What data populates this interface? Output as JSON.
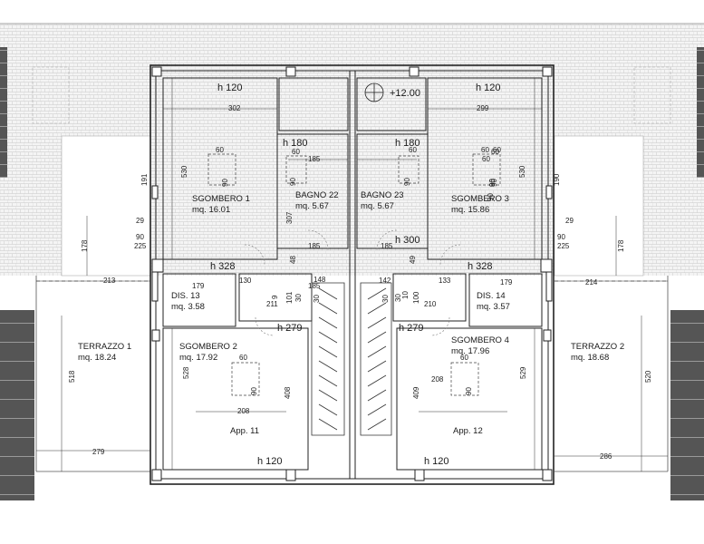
{
  "elevation": "+12.00",
  "rooms": [
    {
      "name": "SGOMBERO 1",
      "area": "mq. 16.01"
    },
    {
      "name": "BAGNO 22",
      "area": "mq. 5.67"
    },
    {
      "name": "BAGNO 23",
      "area": "mq. 5.67"
    },
    {
      "name": "SGOMBERO 3",
      "area": "mq. 15.86"
    },
    {
      "name": "DIS. 13",
      "area": "mq. 3.58"
    },
    {
      "name": "DIS. 14",
      "area": "mq. 3.57"
    },
    {
      "name": "SGOMBERO 2",
      "area": "mq. 17.92"
    },
    {
      "name": "SGOMBERO 4",
      "area": "mq. 17.96"
    },
    {
      "name": "TERRAZZO 1",
      "area": "mq. 18.24"
    },
    {
      "name": "TERRAZZO 2",
      "area": "mq. 18.68"
    }
  ],
  "apartments": [
    "App. 11",
    "App. 12"
  ],
  "heights": [
    "h 120",
    "h 120",
    "h 180",
    "h 180",
    "h 300",
    "h 328",
    "h 328",
    "h 279",
    "h 279",
    "h 120",
    "h 120"
  ],
  "dimensions": [
    "302",
    "530",
    "191",
    "29",
    "178",
    "225",
    "90",
    "213",
    "179",
    "130",
    "9",
    "48",
    "185",
    "185",
    "148",
    "211",
    "101",
    "30",
    "60",
    "90",
    "307",
    "185",
    "299",
    "530",
    "190",
    "29",
    "178",
    "225",
    "90",
    "214",
    "179",
    "133",
    "142",
    "10",
    "49",
    "185",
    "210",
    "100",
    "30",
    "528",
    "408",
    "208",
    "518",
    "279",
    "409",
    "529",
    "208",
    "520",
    "286",
    "60",
    "90",
    "60",
    "90",
    "60",
    "90",
    "60",
    "90",
    "60",
    "90",
    "60",
    "90",
    "60",
    "90",
    "60",
    "90",
    "30",
    "30"
  ]
}
